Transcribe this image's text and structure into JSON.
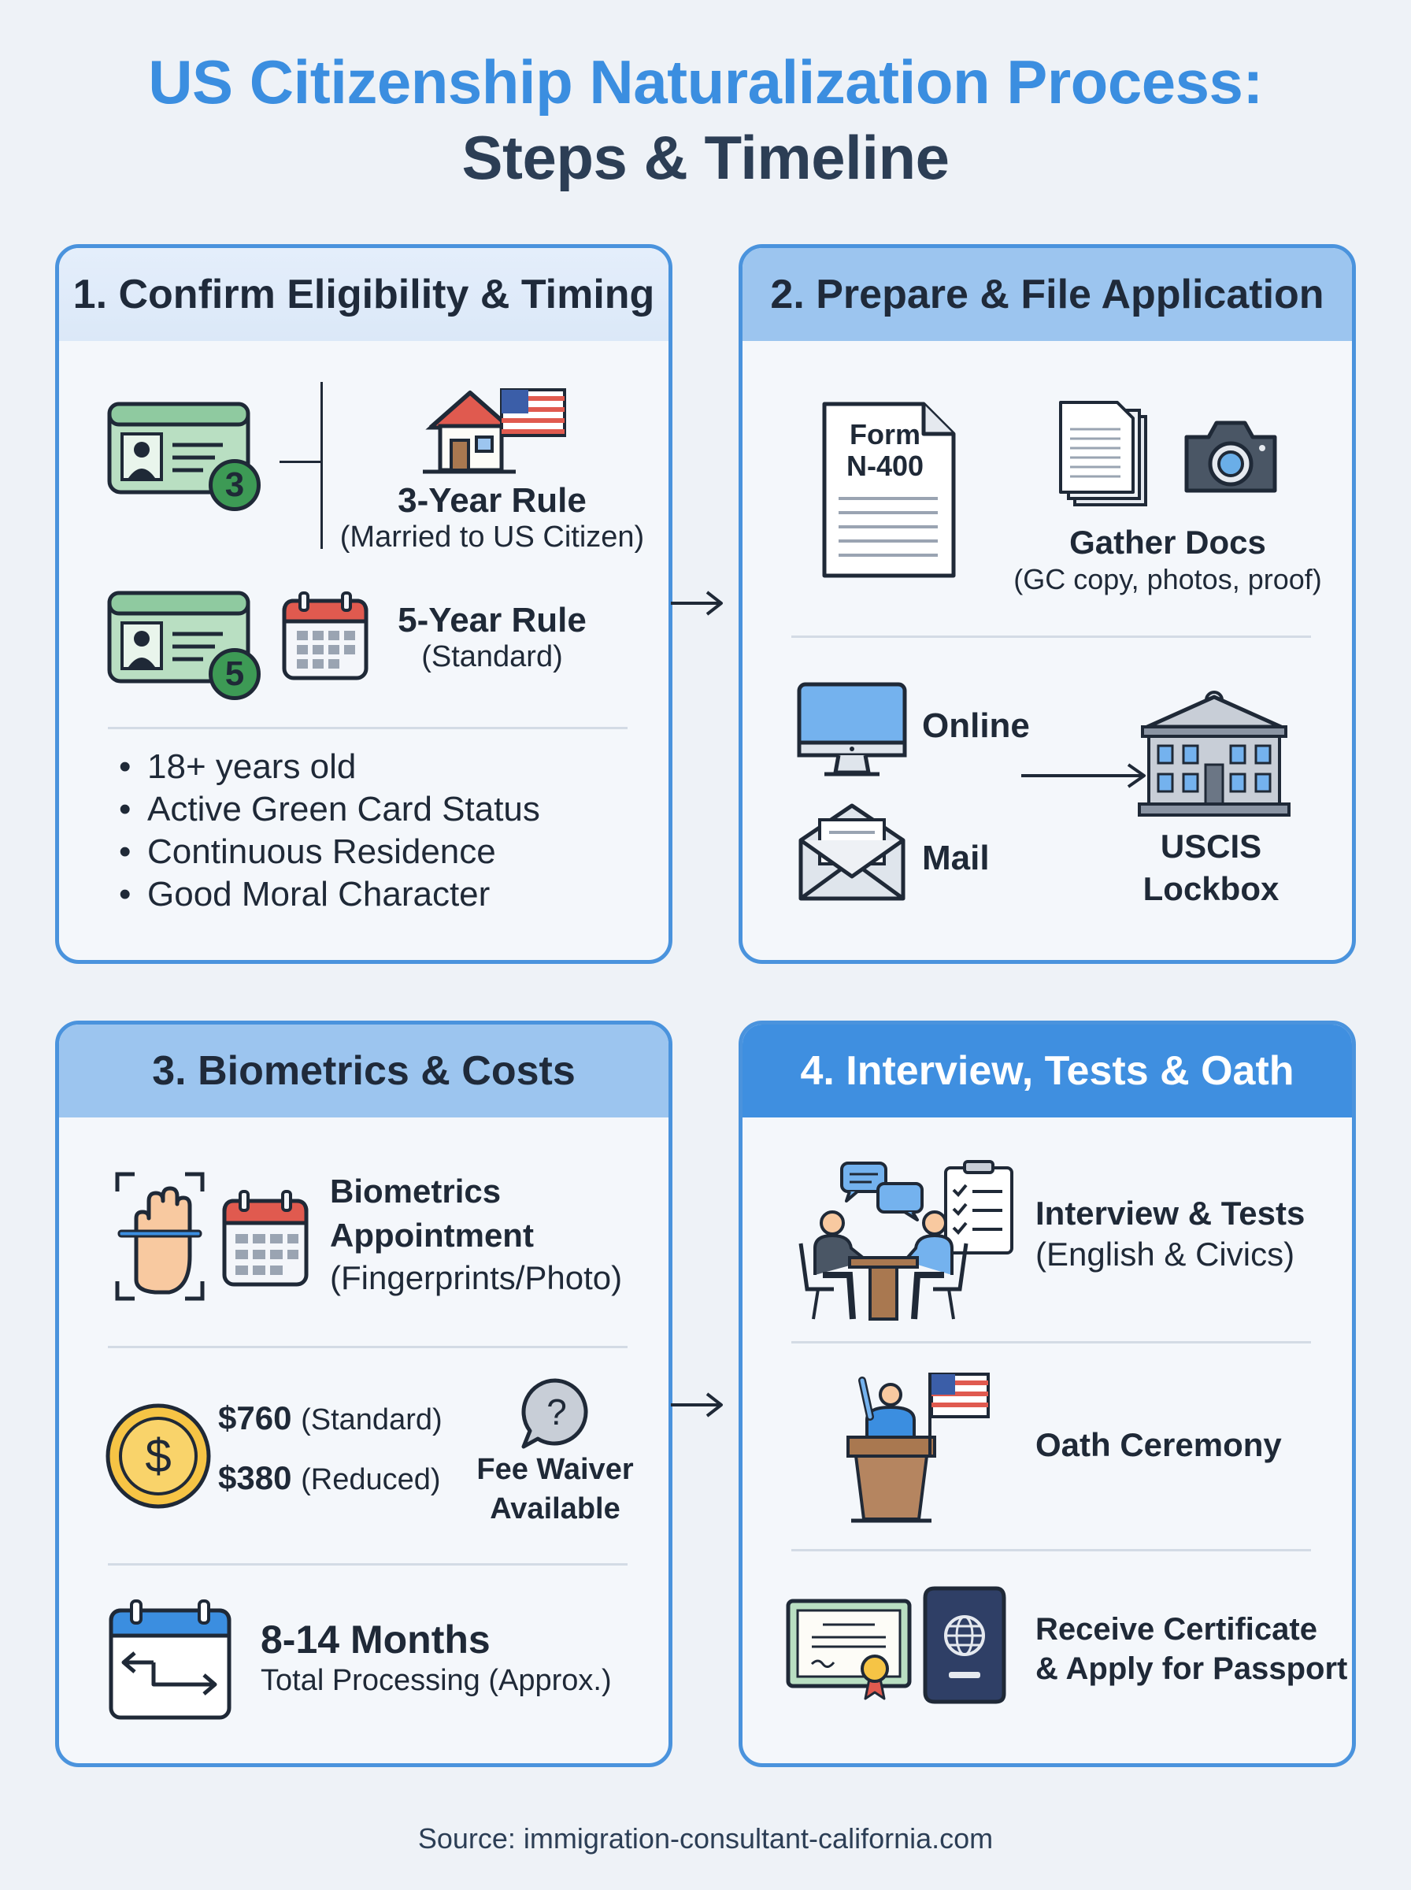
{
  "title": {
    "line1": "US Citizenship Naturalization Process:",
    "line2": "Steps & Timeline"
  },
  "panels": {
    "eligibility": {
      "header": "1. Confirm Eligibility & Timing",
      "rule3": {
        "badge": "3",
        "title": "3-Year Rule",
        "subtitle": "(Married to US Citizen)"
      },
      "rule5": {
        "badge": "5",
        "title": "5-Year Rule",
        "subtitle": "(Standard)"
      },
      "requirements": [
        "18+ years old",
        "Active Green Card Status",
        "Continuous Residence",
        "Good Moral Character"
      ]
    },
    "prepare": {
      "header": "2. Prepare & File Application",
      "form_line1": "Form",
      "form_line2": "N-400",
      "gather_title": "Gather Docs",
      "gather_subtitle": "(GC copy, photos, proof)",
      "online_label": "Online",
      "mail_label": "Mail",
      "destination_line1": "USCIS",
      "destination_line2": "Lockbox"
    },
    "biometrics": {
      "header": "3. Biometrics & Costs",
      "appointment_line1": "Biometrics",
      "appointment_line2": "Appointment",
      "appointment_line3": "(Fingerprints/Photo)",
      "fee_standard_amount": "$760",
      "fee_standard_label": "(Standard)",
      "fee_reduced_amount": "$380",
      "fee_reduced_label": "(Reduced)",
      "waiver_line1": "Fee Waiver",
      "waiver_line2": "Available",
      "timeline_title": "8-14 Months",
      "timeline_subtitle": "Total Processing (Approx.)"
    },
    "interview": {
      "header": "4. Interview, Tests & Oath",
      "interview_title": "Interview & Tests",
      "interview_subtitle": "(English & Civics)",
      "oath_title": "Oath Ceremony",
      "certificate_line1": "Receive Certificate",
      "certificate_line2": "& Apply for Passport"
    }
  },
  "source": "Source: immigration-consultant-california.com",
  "colors": {
    "accent": "#3b8ee0",
    "panel_border": "#4a93dd",
    "header_light": "#dbe8f8",
    "header_medium": "#9cc5ef",
    "header_dark": "#3f8fe0",
    "background": "#eef2f7"
  }
}
